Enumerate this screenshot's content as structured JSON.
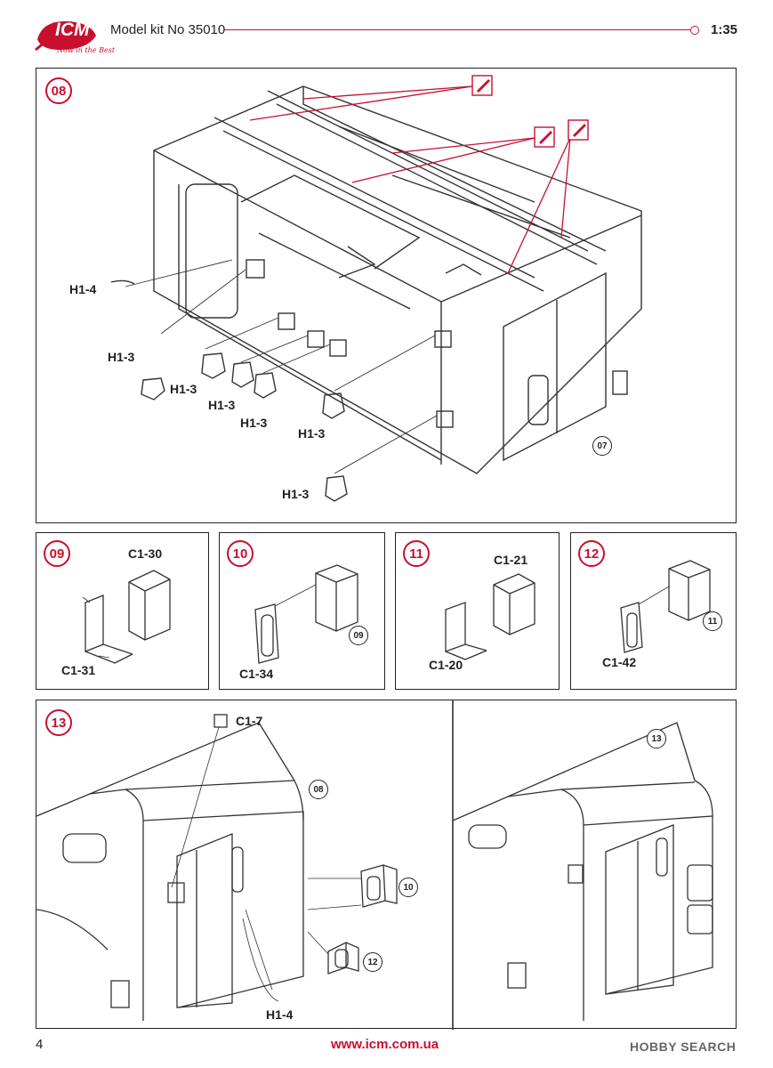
{
  "header": {
    "brand": "ICM",
    "tagline": "Now in the Best",
    "kit_label": "Model kit No 35010",
    "scale": "1:35"
  },
  "panel08": {
    "step": "08",
    "labels": [
      "H1-4",
      "H1-3",
      "H1-3",
      "H1-3",
      "H1-3",
      "H1-3",
      "H1-3"
    ],
    "ref": "07"
  },
  "panel09": {
    "step": "09",
    "labels": [
      "C1-30",
      "C1-31"
    ]
  },
  "panel10": {
    "step": "10",
    "labels": [
      "C1-34"
    ],
    "ref": "09"
  },
  "panel11": {
    "step": "11",
    "labels": [
      "C1-21",
      "C1-20"
    ]
  },
  "panel12": {
    "step": "12",
    "labels": [
      "C1-42"
    ],
    "ref": "11"
  },
  "panel13": {
    "step": "13",
    "labels": [
      "C1-7",
      "H1-4"
    ],
    "refs": [
      "08",
      "10",
      "12",
      "13"
    ]
  },
  "footer": {
    "page_number": "4",
    "url": "www.icm.com.ua",
    "watermark": "HOBBY SEARCH"
  },
  "colors": {
    "accent": "#c8102e",
    "line": "#222222"
  }
}
